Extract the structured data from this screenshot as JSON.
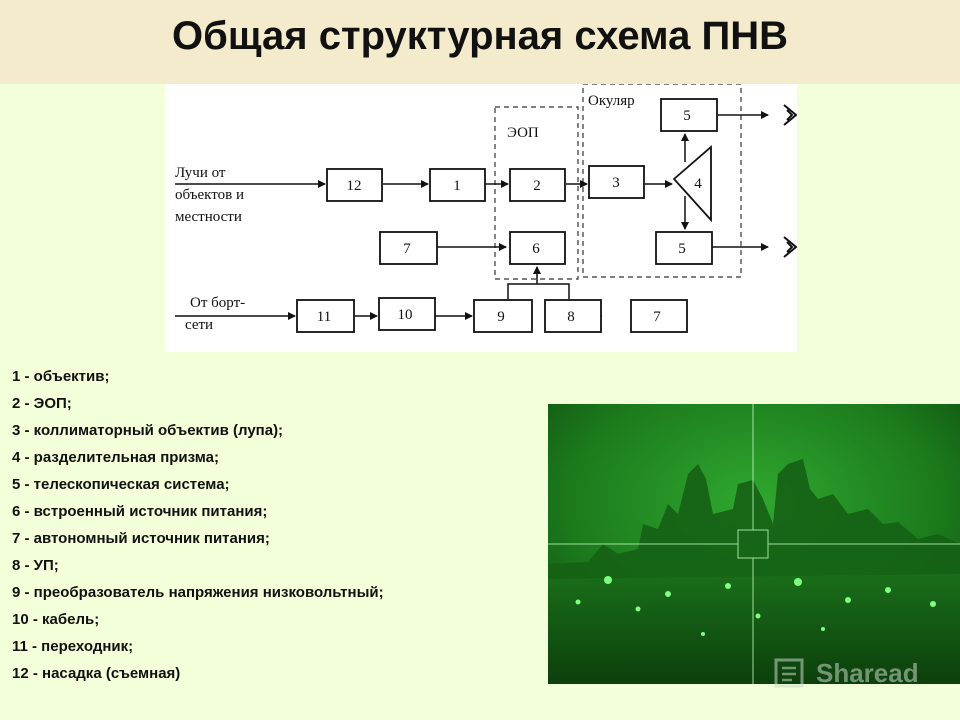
{
  "title": "Общая структурная схема ПНВ",
  "diagram": {
    "input_label_lines": [
      "Лучи от",
      "объектов и",
      "местности"
    ],
    "power_label_lines": [
      "От борт-",
      "сети"
    ],
    "group_eop": "ЭОП",
    "group_eyepiece": "Окуляр",
    "blocks": {
      "b12": "12",
      "b1": "1",
      "b2": "2",
      "b3": "3",
      "b4": "4",
      "b5_top": "5",
      "b5_bottom": "5",
      "b6": "6",
      "b7_mid": "7",
      "b11": "11",
      "b10": "10",
      "b9": "9",
      "b8": "8",
      "b7_bottom": "7"
    }
  },
  "legend": [
    "1 - объектив;",
    "2 - ЭОП;",
    "3 - коллиматорный объектив (лупа);",
    "4 - разделительная призма;",
    "5 - телескопическая система;",
    "6 - встроенный источник питания;",
    "7 - автономный источник питания;",
    "8 - УП;",
    "9 - преобразователь напряжения низковольтный;",
    "10 - кабель;",
    "11 - переходник;",
    "12 - насадка (съемная)"
  ],
  "watermark": "Sharead",
  "colors": {
    "header_bg": "#f4ebcc",
    "page_bg": "#f2ffd9",
    "nv_green": "#1c7a1c"
  }
}
